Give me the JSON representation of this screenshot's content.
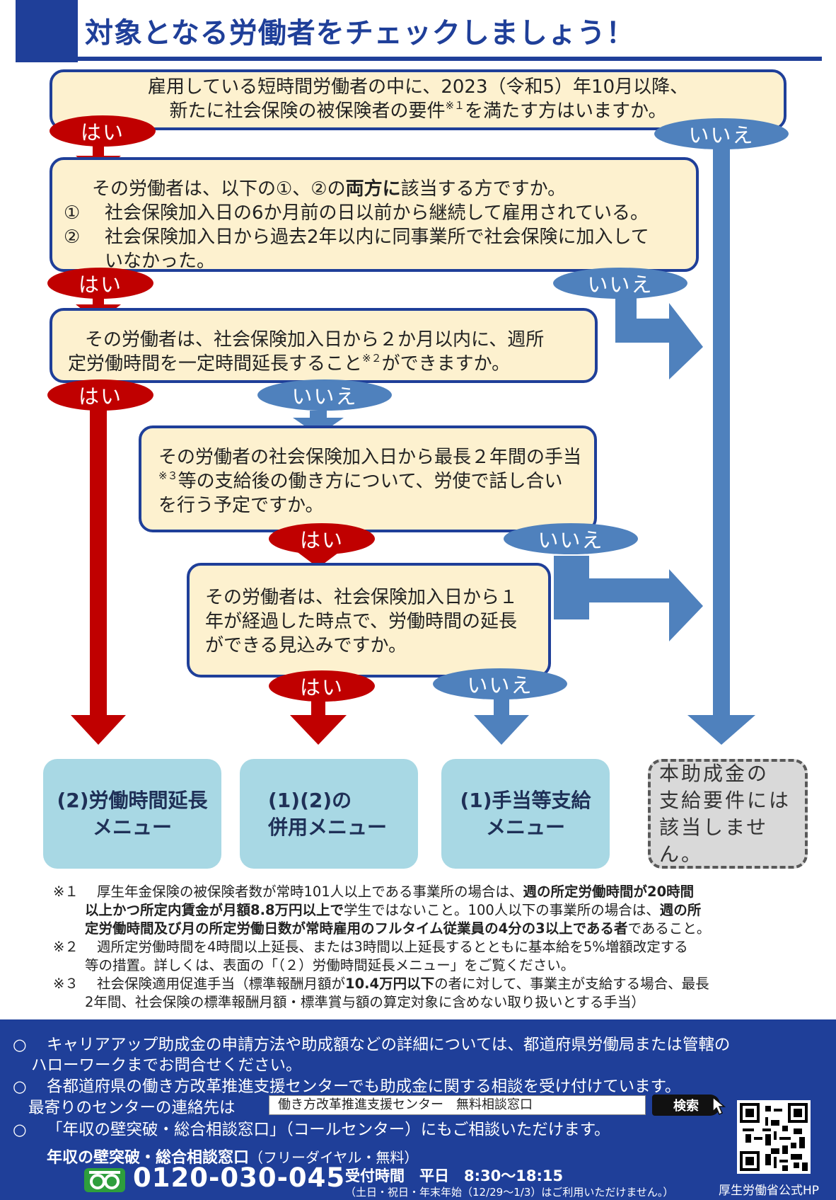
{
  "header": {
    "title": "対象となる労働者をチェックしましょう！"
  },
  "q1": {
    "line1": "雇用している短時間労働者の中に、2023（令和5）年10月以降、",
    "line2a": "新たに社会保険の被保険者の要件",
    "line2_note": "※１",
    "line2b": "を満たす方はいますか。"
  },
  "q2": {
    "line1a": "その労働者は、以下の①、②の",
    "line1_bold": "両方に",
    "line1b": "該当する方ですか。",
    "item1_num": "①",
    "item1": "社会保険加入日の6か月前の日以前から継続して雇用されている。",
    "item2_num": "②",
    "item2": "社会保険加入日から過去2年以内に同事業所で社会保険に加入して",
    "item2_cont": "いなかった。"
  },
  "q3": {
    "line1": "その労働者は、社会保険加入日から２か月以内に、週所",
    "line2a": "定労働時間を一定時間延長すること",
    "line2_note": "※２",
    "line2b": "ができますか。"
  },
  "q4": {
    "line1": "その労働者の社会保険加入日から最長２年間の手当",
    "line2_note": "※３",
    "line2": "等の支給後の働き方について、労使で話し合い",
    "line3": "を行う予定ですか。"
  },
  "q5": {
    "line1": "その労働者は、社会保険加入日から１",
    "line2": "年が経過した時点で、労働時間の延長",
    "line3": "ができる見込みですか。"
  },
  "labels": {
    "yes": "はい",
    "no": "いいえ"
  },
  "results": {
    "r1": {
      "line1": "(2)労働時間延長",
      "line2": "メニュー"
    },
    "r2": {
      "line1": "(1)(2)の",
      "line2": "併用メニュー"
    },
    "r3": {
      "line1": "(1)手当等支給",
      "line2": "メニュー"
    },
    "r4": {
      "line1": "本助成金の",
      "line2": "支給要件には",
      "line3": "該当しません。"
    }
  },
  "notes": {
    "n1_mark": "※１",
    "n1_l1a": "厚生年金保険の被保険者数が常時101人以上である事業所の場合は、",
    "n1_l1b": "週の所定労働時間が20時間",
    "n1_l2a": "以上かつ所定内賃金が月額8.8万円以上で",
    "n1_l2b": "学生ではないこと。100人以下の事業所の場合は、",
    "n1_l2c": "週の所",
    "n1_l3a": "定労働時間及び月の所定労働日数が常時雇用のフルタイム従業員の4分の3以上である者",
    "n1_l3b": "であること。",
    "n2_mark": "※２",
    "n2_l1": "週所定労働時間を4時間以上延長、または3時間以上延長するとともに基本給を5%増額改定する",
    "n2_l2": "等の措置。詳しくは、表面の「（２）労働時間延長メニュー」をご覧ください。",
    "n3_mark": "※３",
    "n3_l1a": "社会保険適用促進手当（標準報酬月額が",
    "n3_l1b": "10.4万円以下",
    "n3_l1c": "の者に対して、事業主が支給する場合、最長",
    "n3_l2": "2年間、社会保険の標準報酬月額・標準賞与額の算定対象に含めない取り扱いとする手当）"
  },
  "footer": {
    "bullet": "○",
    "b1_l1": "キャリアアップ助成金の申請方法や助成額などの詳細については、都道府県労働局または管轄の",
    "b1_l2": "ハローワークまでお問合せください。",
    "b2_l1": "各都道府県の働き方改革推進支援センターでも助成金に関する相談を受け付けています。",
    "b2_l2": "最寄りのセンターの連絡先は",
    "search_value": "働き方改革推進支援センター　無料相談窓口",
    "search_button": "検索",
    "b3": "「年収の壁突破・総合相談窓口」（コールセンター）にもご相談いただけます。",
    "hotline_title": "年収の壁突破・総合相談窓口",
    "hotline_sub": "（フリーダイヤル・無料）",
    "phone": "0120-030-045",
    "hours": "受付時間　平日　8:30～18:15",
    "hours_note": "（土日・祝日・年末年始（12/29～1/3）はご利用いただけません。）",
    "qr_caption": "厚生労働省公式HP"
  },
  "colors": {
    "navy": "#1f3f99",
    "red": "#c00000",
    "blue": "#4f81bd",
    "cream": "#fdf1cf",
    "result": "#a8d8e4",
    "gray": "#d9d9d9"
  }
}
